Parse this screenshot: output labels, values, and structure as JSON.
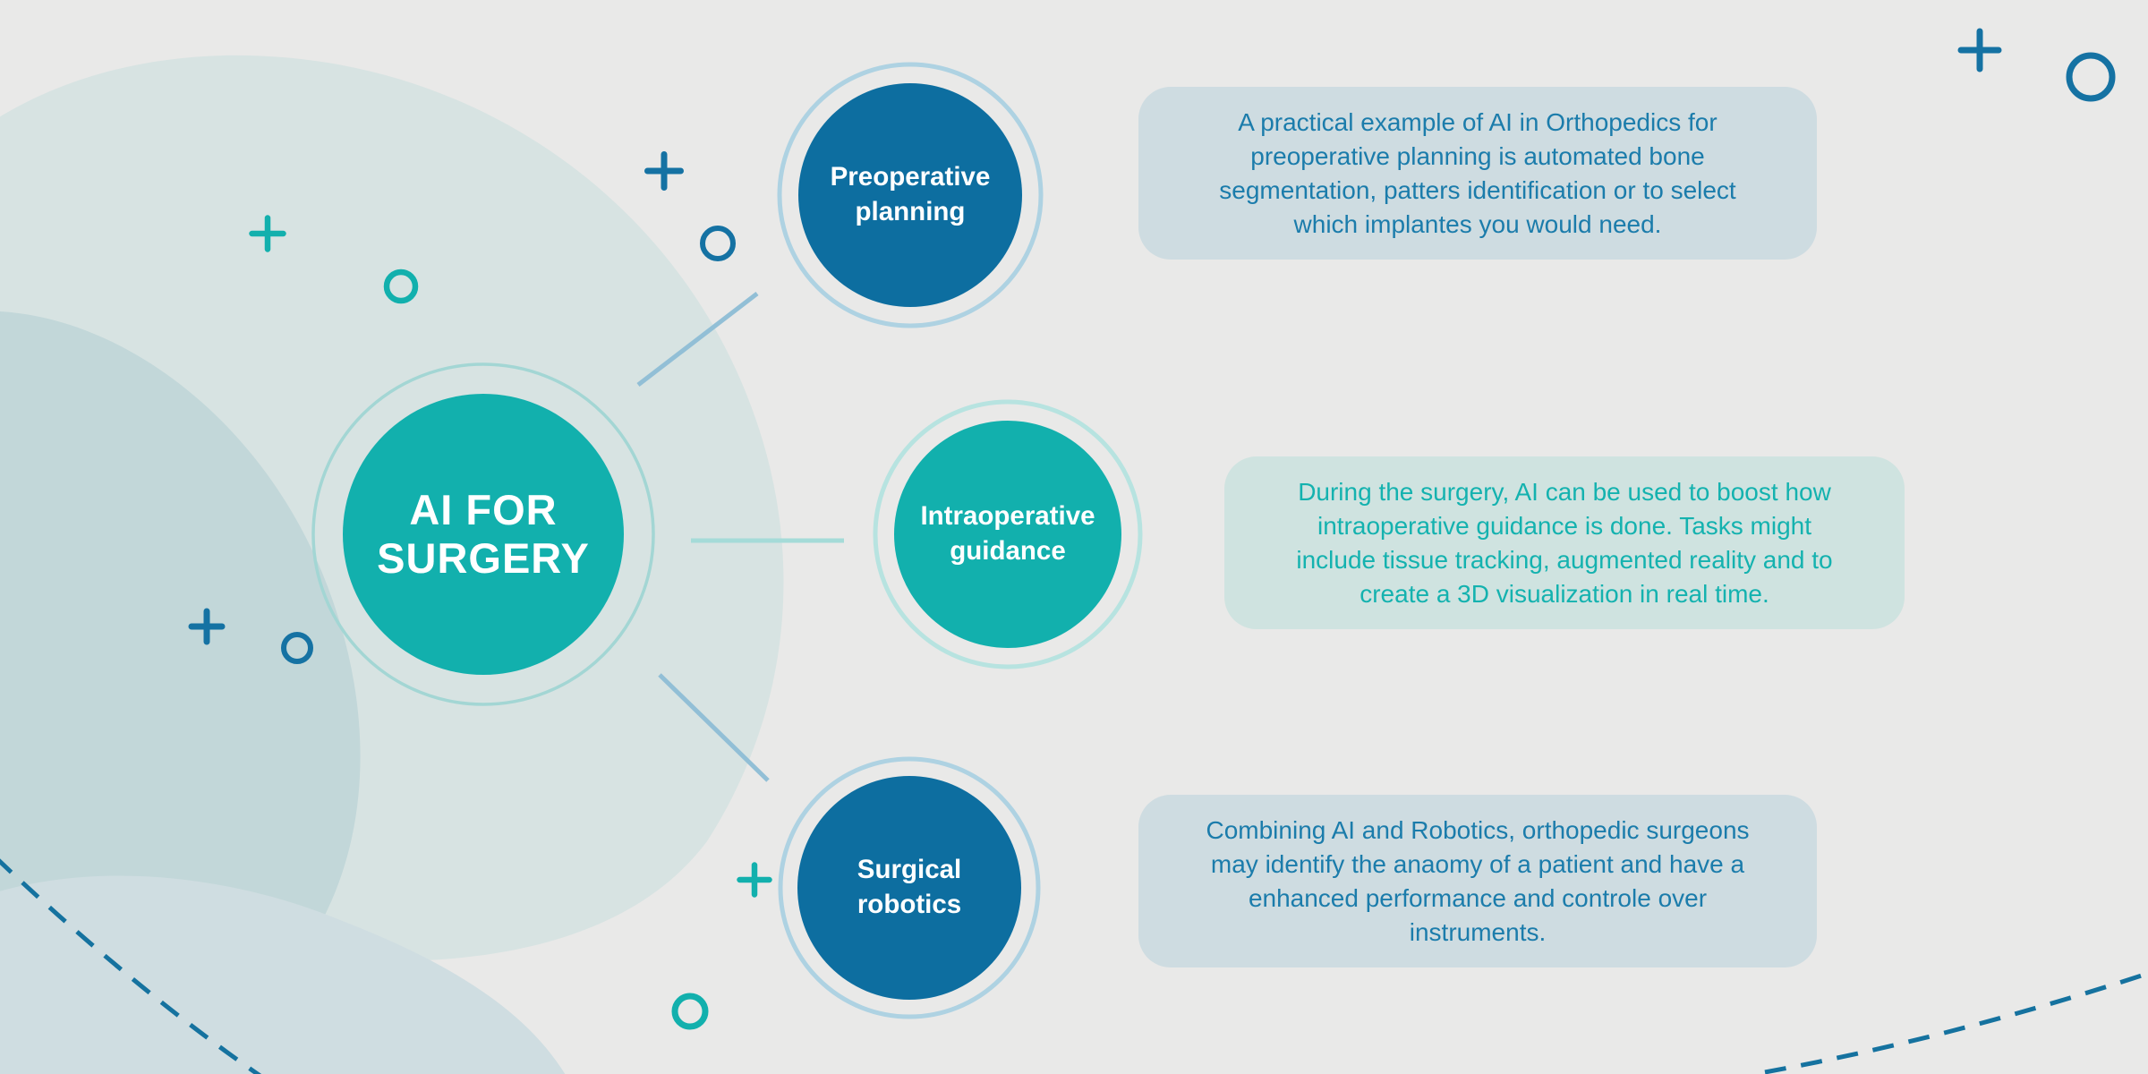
{
  "palette": {
    "bg": "#e9e9e8",
    "teal": "#12b0ad",
    "blue": "#0d6ea0",
    "accent_blue": "#1572a3",
    "ring_teal_light": "#a3d6d4",
    "ring_blue_light": "#aed2e2",
    "ring_teal_pale": "#b7e3e0",
    "blob_teal": "#d7e3e2",
    "blob_gray_teal": "#c2d7d9",
    "blob_blue_gray": "#cfdde1",
    "box_blue_bg": "#cedce1",
    "box_teal_bg": "#cfe3e0",
    "box_blue_text": "#1b7cab",
    "box_teal_text": "#14b2af",
    "connector_blue": "#92bfd6",
    "connector_teal": "#a5dbd8",
    "dash_blue": "#15729f",
    "white": "#ffffff"
  },
  "infographic": {
    "center": {
      "title_lines": [
        "AI FOR",
        "SURGERY"
      ]
    },
    "nodes": [
      {
        "label_lines": [
          "Preoperative",
          "planning"
        ],
        "description_lines": [
          "A practical example of AI in Orthopedics for",
          "preoperative planning is automated bone",
          "segmentation, patters identification or to select",
          "which implantes you would need."
        ]
      },
      {
        "label_lines": [
          "Intraoperative",
          "guidance"
        ],
        "description_lines": [
          "During the surgery, AI can be used to boost how",
          "intraoperative guidance is done. Tasks might",
          "include tissue tracking, augmented reality and to",
          "create a 3D visualization in real time."
        ]
      },
      {
        "label_lines": [
          "Surgical",
          "robotics"
        ],
        "description_lines": [
          "Combining AI and Robotics, orthopedic surgeons",
          "may identify the anaomy of a patient and have a",
          "enhanced performance and controle over",
          "instruments."
        ]
      }
    ]
  }
}
